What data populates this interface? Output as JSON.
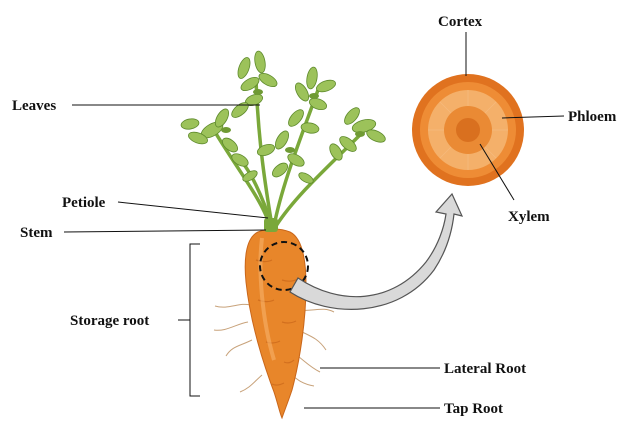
{
  "labels": {
    "leaves": "Leaves",
    "petiole": "Petiole",
    "stem": "Stem",
    "storage_root": "Storage root",
    "lateral_root": "Lateral Root",
    "tap_root": "Tap Root",
    "cortex": "Cortex",
    "phloem": "Phloem",
    "xylem": "Xylem"
  },
  "colors": {
    "leaf_light": "#9cc25a",
    "leaf_dark": "#5e8a2c",
    "stem": "#7aa83a",
    "carrot": "#e8862a",
    "carrot_dark": "#c9661a",
    "section_outer": "#e0721f",
    "section_ring": "#f4b06a",
    "section_core": "#ea8a34",
    "arrow_fill": "#d9d9d9",
    "root_hair": "#c8a27a"
  }
}
